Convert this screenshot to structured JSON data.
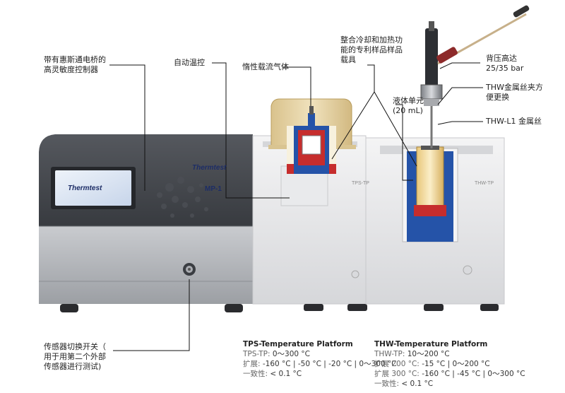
{
  "brand": "Thermtest",
  "model": "MP-1",
  "screen_brand": "Thermtest",
  "module_labels": {
    "tps": "TPS-TP",
    "thw": "THW-TP"
  },
  "callouts": {
    "controller": [
      "带有惠斯通电桥的",
      "高灵敏度控制器"
    ],
    "auto_temp": [
      "自动温控"
    ],
    "inert_gas": [
      "惰性载流气体"
    ],
    "holder": [
      "整合冷却和加热功",
      "能的专利样品样品",
      "载具"
    ],
    "pressure": [
      "背压高达",
      "25/35 bar"
    ],
    "liquid_cell": [
      "液体单元",
      "(20 mL)"
    ],
    "clamp": [
      "THW金属丝夹方",
      "便更换"
    ],
    "wire": [
      "THW-L1 金属丝"
    ],
    "sensor_switch": [
      "传感器切换开关（",
      "用于用第二个外部",
      "传感器进行测试)"
    ]
  },
  "tps_spec": {
    "title": "TPS-Temperature Platform",
    "rows": [
      {
        "k": "TPS-TP: ",
        "v": "0～300 °C"
      },
      {
        "k": "扩展: ",
        "v": "-160 °C | -50 °C | -20 °C | 0～300 °C"
      },
      {
        "k": "一致性: ",
        "v": "< 0.1 °C"
      }
    ]
  },
  "thw_spec": {
    "title": "THW-Temperature Platform",
    "rows": [
      {
        "k": "THW-TP: ",
        "v": "10～200 °C"
      },
      {
        "k": "扩展 200 °C: ",
        "v": "-15 °C | 0～200 °C"
      },
      {
        "k": "扩展 300 °C: ",
        "v": "-160 °C | -45 °C | 0～300 °C"
      },
      {
        "k": "一致性: ",
        "v": "< 0.1 °C"
      }
    ]
  },
  "colors": {
    "body_dark": "#3c3f44",
    "body_light": "#e7e8ea",
    "accent_blue": "#2553a8",
    "accent_red": "#c62d2d",
    "lid": "#e6d3a6"
  }
}
